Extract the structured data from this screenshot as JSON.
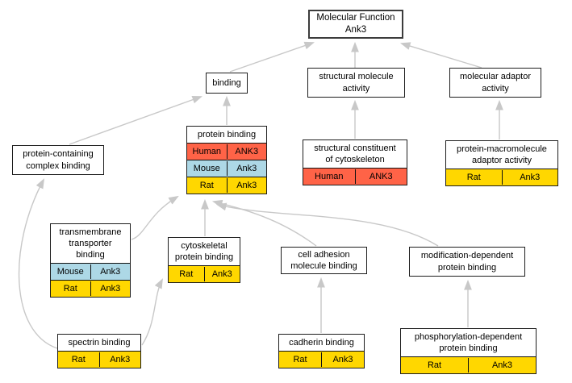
{
  "diagram": {
    "title": "Molecular Function Ank3",
    "colors": {
      "human_row": "#ff6347",
      "mouse_row": "#add8e6",
      "rat_row": "#ffd700",
      "edge_color": "#c8c8c8",
      "node_border": "#1d1d1d",
      "node_bg": "#ffffff"
    },
    "nodes": [
      {
        "id": "molecular-function-ank3",
        "label": "Molecular Function\nAnk3",
        "rows": []
      },
      {
        "id": "binding",
        "label": "binding",
        "rows": []
      },
      {
        "id": "structural-molecule-activity",
        "label": "structural molecule\nactivity",
        "rows": []
      },
      {
        "id": "molecular-adaptor-activity",
        "label": "molecular adaptor\nactivity",
        "rows": []
      },
      {
        "id": "protein-containing-complex-binding",
        "label": "protein-containing\ncomplex binding",
        "rows": []
      },
      {
        "id": "protein-binding",
        "label": "protein binding",
        "rows": [
          {
            "species": "Human",
            "gene": "ANK3",
            "color": "human_row"
          },
          {
            "species": "Mouse",
            "gene": "Ank3",
            "color": "mouse_row"
          },
          {
            "species": "Rat",
            "gene": "Ank3",
            "color": "rat_row"
          }
        ]
      },
      {
        "id": "structural-constituent-of-cytoskeleton",
        "label": "structural constituent\nof cytoskeleton",
        "rows": [
          {
            "species": "Human",
            "gene": "ANK3",
            "color": "human_row"
          }
        ]
      },
      {
        "id": "protein-macromolecule-adaptor-activity",
        "label": "protein-macromolecule\nadaptor activity",
        "rows": [
          {
            "species": "Rat",
            "gene": "Ank3",
            "color": "rat_row"
          }
        ]
      },
      {
        "id": "transmembrane-transporter-binding",
        "label": "transmembrane\ntransporter\nbinding",
        "rows": [
          {
            "species": "Mouse",
            "gene": "Ank3",
            "color": "mouse_row"
          },
          {
            "species": "Rat",
            "gene": "Ank3",
            "color": "rat_row"
          }
        ]
      },
      {
        "id": "cytoskeletal-protein-binding",
        "label": "cytoskeletal\nprotein binding",
        "rows": [
          {
            "species": "Rat",
            "gene": "Ank3",
            "color": "rat_row"
          }
        ]
      },
      {
        "id": "cell-adhesion-molecule-binding",
        "label": "cell adhesion\nmolecule binding",
        "rows": []
      },
      {
        "id": "modification-dependent-protein-binding",
        "label": "modification-dependent\nprotein binding",
        "rows": []
      },
      {
        "id": "spectrin-binding",
        "label": "spectrin binding",
        "rows": [
          {
            "species": "Rat",
            "gene": "Ank3",
            "color": "rat_row"
          }
        ]
      },
      {
        "id": "cadherin-binding",
        "label": "cadherin binding",
        "rows": [
          {
            "species": "Rat",
            "gene": "Ank3",
            "color": "rat_row"
          }
        ]
      },
      {
        "id": "phosphorylation-dependent-protein-binding",
        "label": "phosphorylation-dependent\nprotein binding",
        "rows": [
          {
            "species": "Rat",
            "gene": "Ank3",
            "color": "rat_row"
          }
        ]
      }
    ],
    "edges": [
      {
        "from": "binding",
        "to": "molecular-function-ank3"
      },
      {
        "from": "structural-molecule-activity",
        "to": "molecular-function-ank3"
      },
      {
        "from": "molecular-adaptor-activity",
        "to": "molecular-function-ank3"
      },
      {
        "from": "protein-containing-complex-binding",
        "to": "binding"
      },
      {
        "from": "protein-binding",
        "to": "binding"
      },
      {
        "from": "structural-constituent-of-cytoskeleton",
        "to": "structural-molecule-activity"
      },
      {
        "from": "protein-macromolecule-adaptor-activity",
        "to": "molecular-adaptor-activity"
      },
      {
        "from": "transmembrane-transporter-binding",
        "to": "protein-binding"
      },
      {
        "from": "cytoskeletal-protein-binding",
        "to": "protein-binding"
      },
      {
        "from": "cell-adhesion-molecule-binding",
        "to": "protein-binding"
      },
      {
        "from": "modification-dependent-protein-binding",
        "to": "protein-binding"
      },
      {
        "from": "spectrin-binding",
        "to": "protein-containing-complex-binding"
      },
      {
        "from": "spectrin-binding",
        "to": "cytoskeletal-protein-binding"
      },
      {
        "from": "cadherin-binding",
        "to": "cell-adhesion-molecule-binding"
      },
      {
        "from": "phosphorylation-dependent-protein-binding",
        "to": "modification-dependent-protein-binding"
      }
    ]
  }
}
